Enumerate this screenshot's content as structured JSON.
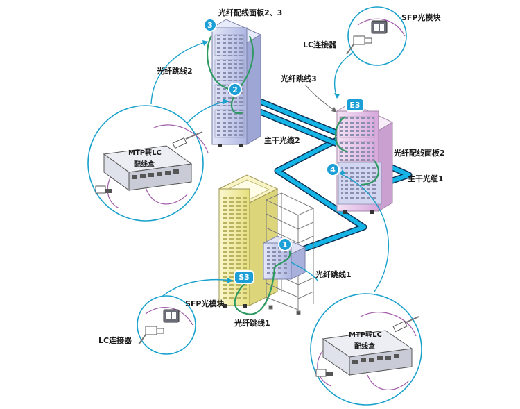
{
  "labels": {
    "panel_2_3": "光纤配线面板2、3",
    "patch_cord_2": "光纤跳线2",
    "patch_cord_3": "光纤跳线3",
    "trunk_cable_2": "主干光缆2",
    "panel_2": "光纤配线面板2",
    "trunk_cable_1": "主干光缆1",
    "patch_cord_1_right": "光纤跳线1",
    "patch_cord_1_bottom": "光纤跳线1",
    "sfp_top": "SFP光模块",
    "lc_top": "LC连接器",
    "sfp_bottom": "SFP光模块",
    "lc_bottom": "LC连接器",
    "mtp_left_line1": "MTP转LC",
    "mtp_left_line2": "配线盒",
    "mtp_right_line1": "MTP转LC",
    "mtp_right_line2": "配线盒"
  },
  "badges": {
    "b3": "3",
    "b2": "2",
    "e3": "E3",
    "b4": "4",
    "b1": "1",
    "s3": "S3"
  },
  "colors": {
    "cable": "#14b4e6",
    "cable_dark": "#0f2f52",
    "fiber_green": "#2e9a62",
    "circle_stroke": "#18a1cc",
    "badge_fill": "#1b9fd6",
    "rack_blue": "#c9cfee",
    "rack_pink": "#e7c4ea",
    "rack_yellow": "#f3efa2"
  }
}
